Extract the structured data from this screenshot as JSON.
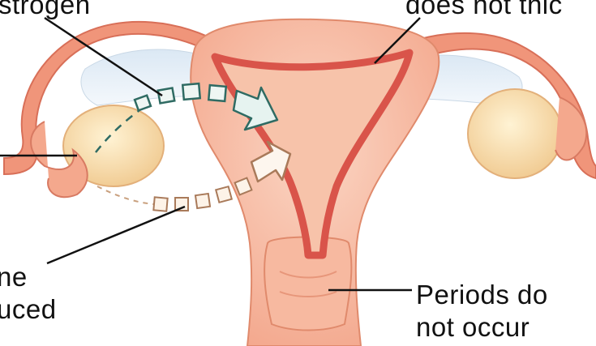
{
  "labels": {
    "estrogen": "strogen",
    "lining": "does not thic",
    "hormone_line1": "ne",
    "hormone_line2": "uced",
    "periods_line1": "Periods do",
    "periods_line2": "not occur"
  },
  "colors": {
    "tissue": "#f2a184",
    "tissue_light": "#f8c7b2",
    "lining": "#d9544a",
    "ovary": "#f6d9a4",
    "arrow_fill": "#e6f3f0",
    "arrow_stroke": "#2f6b63",
    "leader": "#111111"
  }
}
